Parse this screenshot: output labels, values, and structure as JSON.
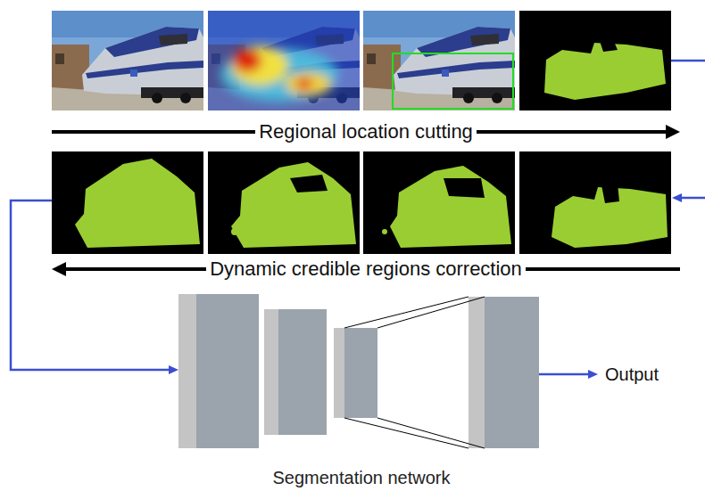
{
  "diagram": {
    "nodes": [
      {
        "text": [
          "Segmentation network"
        ]
      }
    ],
    "labels": [
      "Regional location cutting",
      "Dynamic credible regions correction",
      "Output"
    ]
  }
}
